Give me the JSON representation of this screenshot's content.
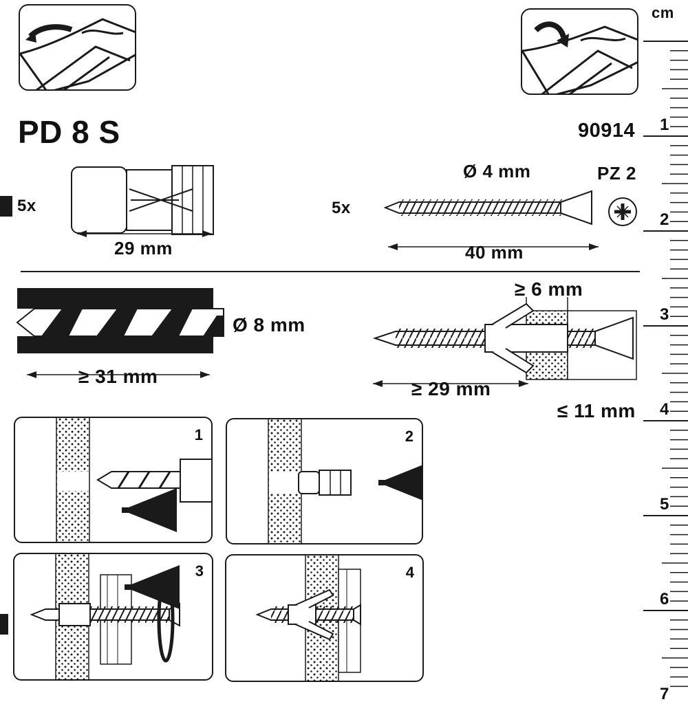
{
  "header": {
    "product_code": "PD 8 S",
    "article_number": "90914"
  },
  "ruler": {
    "unit": "cm",
    "labels": [
      "1",
      "2",
      "3",
      "4",
      "5",
      "6",
      "7"
    ]
  },
  "contents": {
    "plug": {
      "quantity": "5x",
      "length": "29 mm"
    },
    "screw": {
      "quantity": "5x",
      "diameter": "Ø 4 mm",
      "drive": "PZ 2",
      "length": "40 mm"
    }
  },
  "drilling": {
    "hole_diameter": "Ø 8 mm",
    "hole_depth": "≥ 31 mm"
  },
  "installed": {
    "min_thickness": "≥ 6 mm",
    "min_depth": "≥ 29 mm",
    "max_thickness": "≤ 11 mm"
  },
  "steps": [
    "1",
    "2",
    "3",
    "4"
  ]
}
